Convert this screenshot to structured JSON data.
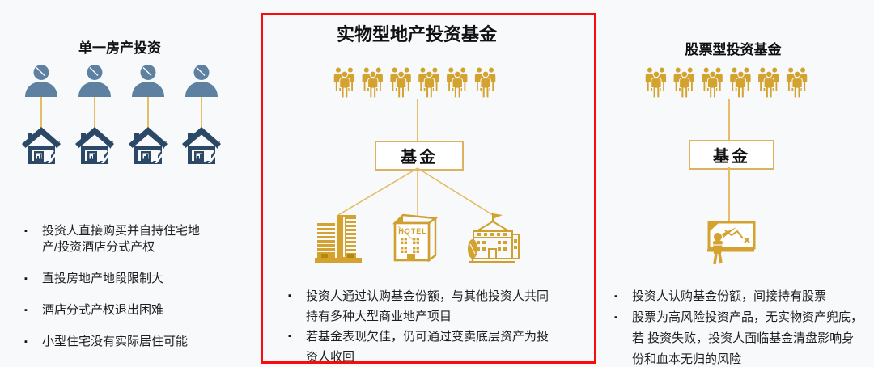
{
  "colors": {
    "gold": "#d4a22e",
    "gold_line": "#e6bc69",
    "navy": "#2b4866",
    "steel": "#5e80a1",
    "red_frame": "#fa0c0c",
    "text": "#1f1f1f",
    "background": "#f8f9fb"
  },
  "single_property": {
    "title": "单一房产投资",
    "investor_icon": "person-icon",
    "asset_icon": "house-chart-icon",
    "bullets": [
      "投资人直接购买并自持住宅地产/投资酒店分式产权",
      "直投房地产地段限制大",
      "酒店分式产权退出困难",
      "小型住宅没有实际居住可能"
    ]
  },
  "physical_fund": {
    "title": "实物型地产投资基金",
    "fund_box_label": "基金",
    "hotel_sign": "HOTEL",
    "investors_icon": "crowd-icon",
    "asset_icons": [
      "office-towers-icon",
      "hotel-icon",
      "public-building-flag-icon"
    ],
    "bullets": [
      "投资人通过认购基金份额，与其他投资人共同持有多种大型商业地产项目",
      "若基金表现欠佳，仍可通过变卖底层资产为投资人收回"
    ]
  },
  "equity_fund": {
    "title": "股票型投资基金",
    "fund_box_label": "基金",
    "investors_icon": "crowd-icon",
    "asset_icon": "stock-presentation-icon",
    "bullets": [
      "投资人认购基金份额，间接持有股票",
      "股票为高风险投资产品，无实物资产兜底，若 投资失败，投资人面临基金清盘影响身份和血本无归的风险"
    ]
  }
}
